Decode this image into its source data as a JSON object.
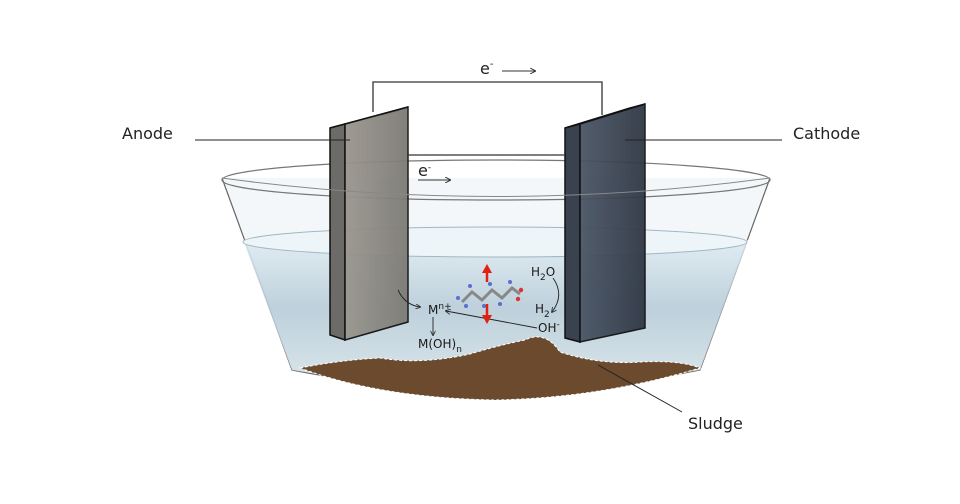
{
  "labels": {
    "anode": "Anode",
    "cathode": "Cathode",
    "sludge": "Sludge"
  },
  "electron_external": {
    "base": "e",
    "sup": "-"
  },
  "electron_internal": {
    "base": "e",
    "sup": "-"
  },
  "metal_ion": {
    "base": "M",
    "sup": "n+"
  },
  "hydroxide_precipitate": {
    "base": "M(OH)",
    "sub": "n"
  },
  "water": {
    "base": "H",
    "sub": "2",
    "tail": "O"
  },
  "hydrogen": {
    "base": "H",
    "sub": "2"
  },
  "hydroxide": {
    "base": "OH",
    "sup": "-"
  },
  "colors": {
    "anode": "#8a8780",
    "cathode": "#3a4250",
    "water": "#b9cfdc",
    "sludge": "#6b4a2e",
    "arrow": "#e02010"
  }
}
